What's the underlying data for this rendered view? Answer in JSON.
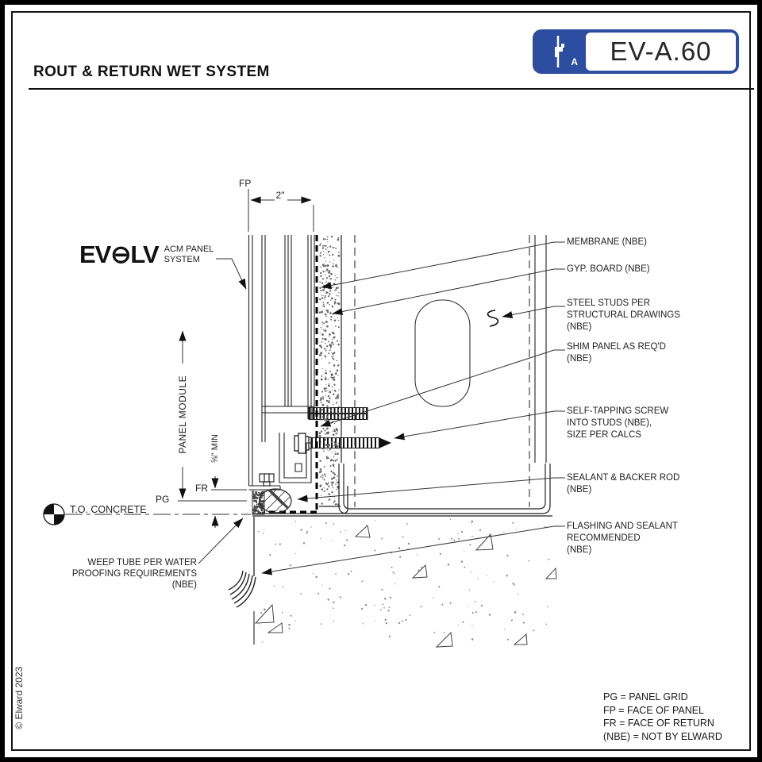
{
  "badge": {
    "code": "EV-A.60",
    "icon_letter": "A",
    "color": "#2d4da0"
  },
  "title": "ROUT & RETURN WET SYSTEM",
  "copyright": "© Elward 2023",
  "logo": {
    "part1": "EV",
    "part2": "⊖",
    "part3": "LV",
    "tagline1": "ACM PANEL",
    "tagline2": "SYSTEM"
  },
  "callouts": {
    "membrane": {
      "l1": "MEMBRANE (NBE)"
    },
    "gyp": {
      "l1": "GYP. BOARD (NBE)"
    },
    "studs": {
      "l1": "STEEL STUDS PER",
      "l2": "STRUCTURAL DRAWINGS",
      "l3": "(NBE)"
    },
    "shim": {
      "l1": "SHIM PANEL AS REQ'D",
      "l2": "(NBE)"
    },
    "screw": {
      "l1": "SELF-TAPPING SCREW",
      "l2": "INTO STUDS (NBE),",
      "l3": "SIZE PER CALCS"
    },
    "sealant": {
      "l1": "SEALANT & BACKER ROD",
      "l2": "(NBE)"
    },
    "flashing": {
      "l1": "FLASHING AND SEALANT",
      "l2": "RECOMMENDED",
      "l3": "(NBE)"
    },
    "weep": {
      "l1": "WEEP TUBE PER WATER",
      "l2": "PROOFING REQUIREMENTS",
      "l3": "(NBE)"
    }
  },
  "labels": {
    "fp": "FP",
    "pg": "PG",
    "fr": "FR",
    "dim_width": "2\"",
    "dim_min": "⅝\" MIN",
    "panel_module": "PANEL MODULE",
    "datum": "T.O. CONCRETE"
  },
  "legend": {
    "l1": "PG = PANEL GRID",
    "l2": "FP = FACE OF PANEL",
    "l3": "FR = FACE OF RETURN",
    "l4": "(NBE) = NOT BY ELWARD"
  },
  "colors": {
    "badge_blue": "#2d4da0",
    "line": "#1a1a1a"
  }
}
